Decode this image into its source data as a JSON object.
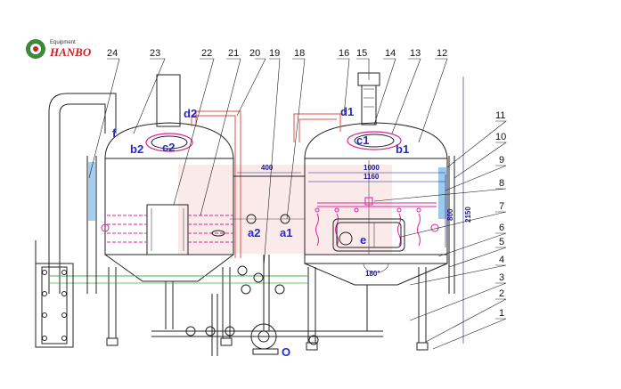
{
  "logo": {
    "tagline": "Equipment",
    "brand": "HANBO"
  },
  "part_numbers": [
    "24",
    "23",
    "22",
    "21",
    "20",
    "19",
    "18",
    "16",
    "15",
    "14",
    "13",
    "12",
    "11",
    "10",
    "9",
    "8",
    "7",
    "6",
    "5",
    "4",
    "3",
    "2",
    "1"
  ],
  "labels": {
    "c2": "c2",
    "b2": "b2",
    "f": "f",
    "d2": "d2",
    "a2": "a2",
    "a1": "a1",
    "d1": "d1",
    "c1": "c1",
    "b1": "b1",
    "e": "e",
    "o": "O"
  },
  "dimensions": {
    "width_400": "400",
    "width_1000": "1000",
    "width_1160": "1160",
    "height_800": "800",
    "height_2150": "2150",
    "angle_180": "180°"
  },
  "colors": {
    "pipe": "#e0524f",
    "heater": "#e0219a",
    "glass": "#5aa7e0",
    "valve_blue": "#2828c8",
    "feed": "#49b049"
  }
}
